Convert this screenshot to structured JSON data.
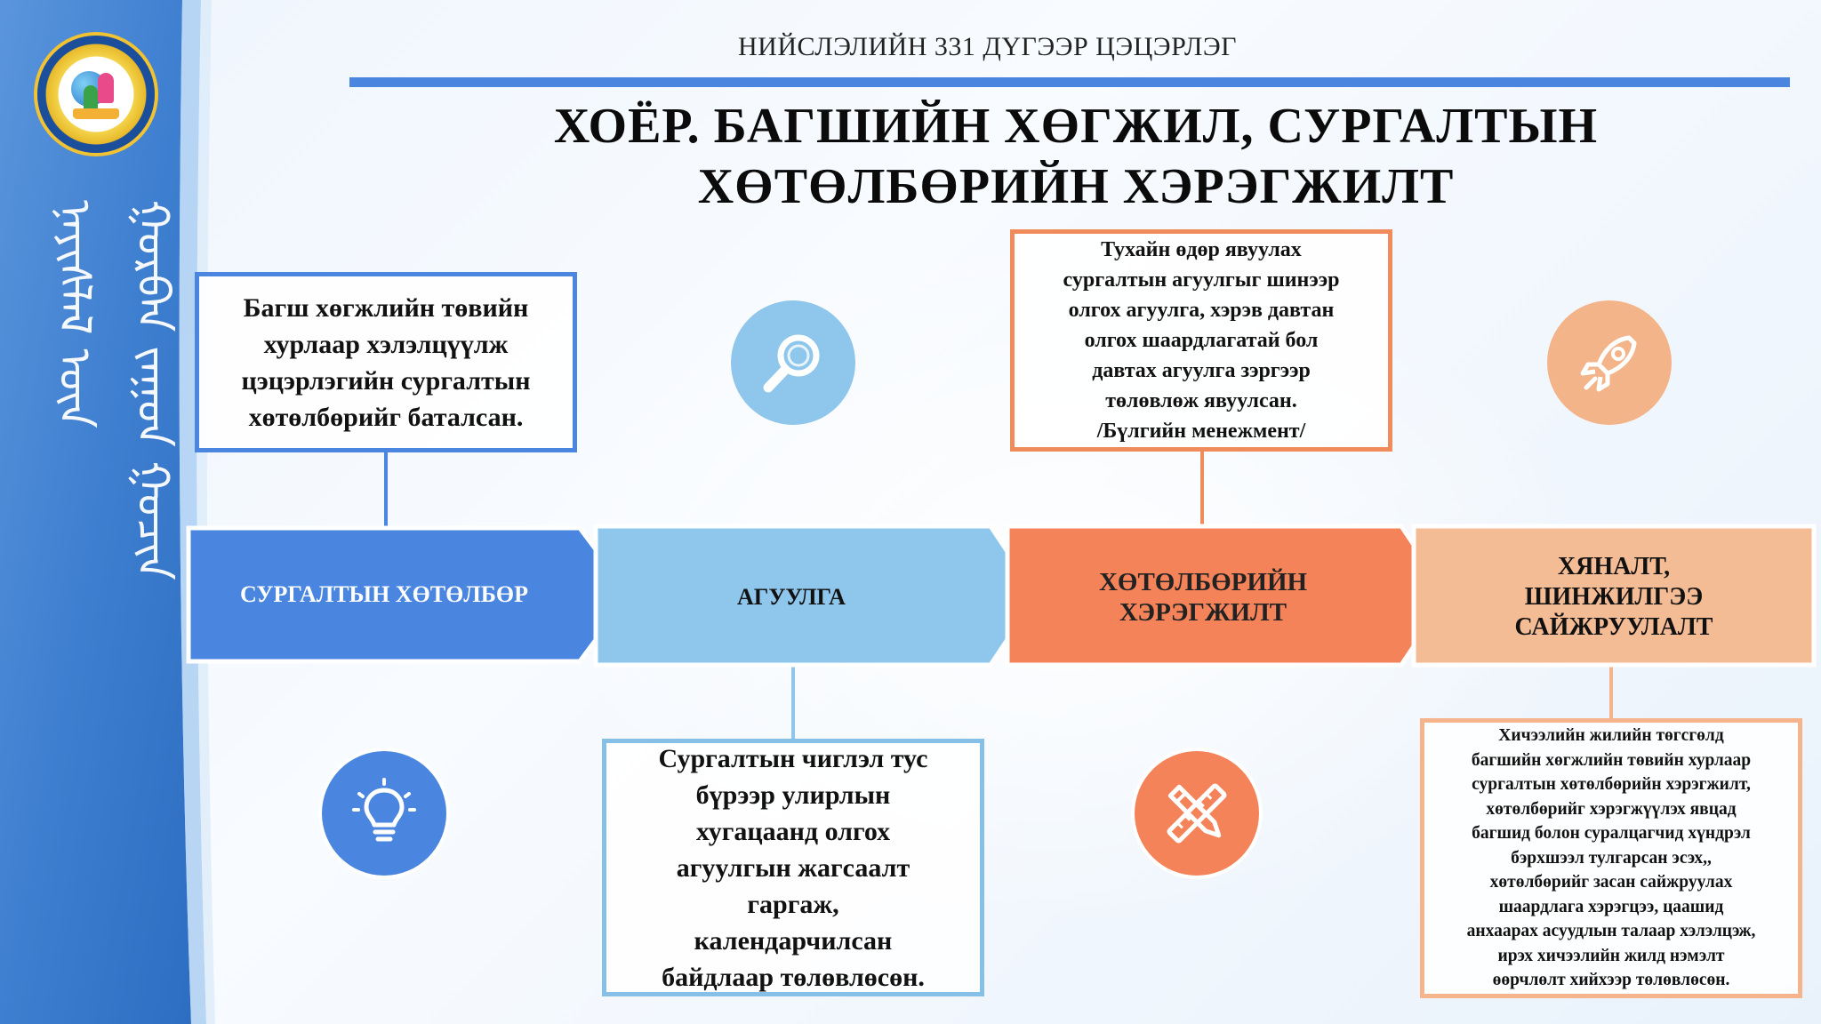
{
  "header": {
    "school_name": "НИЙСЛЭЛИЙН 331 ДҮГЭЭР ЦЭЦЭРЛЭГ",
    "title_line1": "ХОЁР. БАГШИЙН ХӨГЖИЛ, СУРГАЛТЫН",
    "title_line2": "ХӨТӨЛБӨРИЙН ХЭРЭГЖИЛТ"
  },
  "sidebar": {
    "vertical_text": [
      "ᠨᠡᠶᠢᠰᠯᠡᠯ ᠦᠨ",
      "ᠭᠤᠷᠪᠠᠨ ᠵᠠᠭᠤᠨ ᠭᠤᠴᠢᠨ",
      "ᠨᠢᠭᠡᠳᠦᠭᠡᠷ",
      "ᠴᠡᠴᠡᠷᠯᠢᠭ"
    ]
  },
  "stages": [
    {
      "label": "СУРГАЛТЫН ХӨТӨЛБӨР",
      "color": "#4a86e0"
    },
    {
      "label": "АГУУЛГА",
      "color": "#8ec6ec"
    },
    {
      "label_line1": "ХӨТӨЛБӨРИЙН",
      "label_line2": "ХЭРЭГЖИЛТ",
      "color": "#f5835a"
    },
    {
      "label_line1": "ХЯНАЛТ,",
      "label_line2": "ШИНЖИЛГЭЭ",
      "label_line3": "САЙЖРУУЛАЛТ",
      "color": "#f4bc94"
    }
  ],
  "boxes": {
    "box1": [
      "Багш хөгжлийн төвийн",
      "хурлаар хэлэлцүүлж",
      "цэцэрлэгийн сургалтын",
      "хөтөлбөрийг баталсан."
    ],
    "box2": [
      "Сургалтын чиглэл тус",
      "бүрээр улирлын",
      "хугацаанд олгох",
      "агуулгын жагсаалт",
      "гаргаж,",
      "календарчилсан",
      "байдлаар төлөвлөсөн."
    ],
    "box3": [
      "Тухайн  өдөр явуулах",
      "сургалтын агуулгыг шинээр",
      "олгох агуулга, хэрэв давтан",
      "олгох шаардлагатай бол",
      "давтах агуулга зэргээр",
      "төлөвлөж явуулсан.",
      "/Бүлгийн менежмент/"
    ],
    "box4": [
      "Хичээлийн жилийн төгсгөлд",
      "багшийн хөгжлийн төвийн хурлаар",
      "сургалтын хөтөлбөрийн хэрэгжилт,",
      "хөтөлбөрийг хэрэгжүүлэх явцад",
      "багшид болон суралцагчид хүндрэл",
      "бэрхшээл тулгарсан эсэх,,",
      "хөтөлбөрийг засан сайжруулах",
      "шаардлага хэрэгцээ, цаашид",
      "анхаарах асуудлын талаар хэлэлцэж,",
      "ирэх хичээлийн жилд нэмэлт",
      "өөрчлөлт хийхээр төлөвлөсөн."
    ]
  },
  "icons": [
    "search-icon",
    "rocket-icon",
    "lightbulb-icon",
    "pencil-ruler-icon"
  ]
}
